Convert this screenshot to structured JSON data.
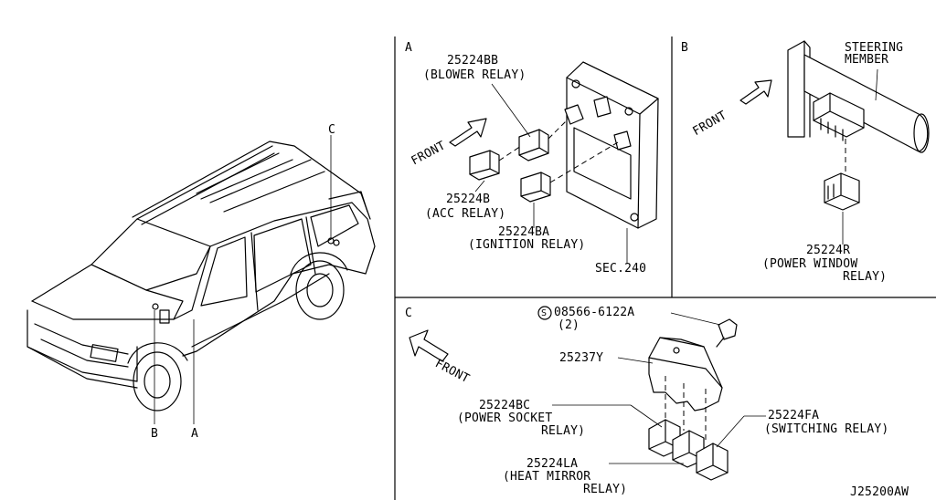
{
  "vehicle": {
    "callout_a": "A",
    "callout_b": "B",
    "callout_c": "C"
  },
  "panel_a": {
    "letter": "A",
    "front": "FRONT",
    "blower_part": "25224BB",
    "blower_name": "(BLOWER RELAY)",
    "acc_part": "25224B",
    "acc_name": "(ACC RELAY)",
    "ignition_part": "25224BA",
    "ignition_name": "(IGNITION RELAY)",
    "section_ref": "SEC.240"
  },
  "panel_b": {
    "letter": "B",
    "front": "FRONT",
    "steering_line1": "STEERING",
    "steering_line2": "MEMBER",
    "power_window_part": "25224R",
    "power_window_line1": "(POWER WINDOW",
    "power_window_line2": "RELAY)"
  },
  "panel_c": {
    "letter": "C",
    "front": "FRONT",
    "bolt_symbol": "S",
    "bolt_part": "08566-6122A",
    "bolt_qty": "(2)",
    "bracket_part": "25237Y",
    "power_socket_part": "25224BC",
    "power_socket_line1": "(POWER SOCKET",
    "power_socket_line2": "RELAY)",
    "switching_part": "25224FA",
    "switching_name": "(SWITCHING RELAY)",
    "heat_mirror_part": "25224LA",
    "heat_mirror_line1": "(HEAT MIRROR",
    "heat_mirror_line2": "RELAY)"
  },
  "diagram_code": "J25200AW"
}
